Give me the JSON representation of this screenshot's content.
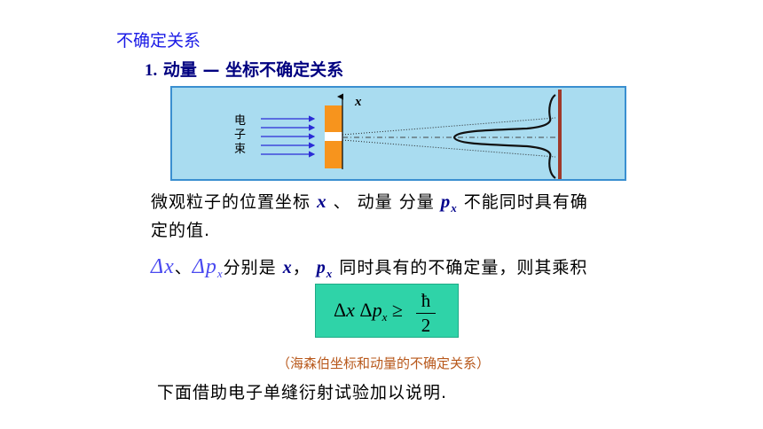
{
  "section_title": "不确定关系",
  "subtitle": {
    "number": "1.",
    "text": "动量 — 坐标不确定关系"
  },
  "diagram": {
    "axis_label": "x",
    "beam_label": [
      "电",
      "子",
      "束"
    ],
    "colors": {
      "background": "#a9dcf0",
      "border": "#3a8fd0",
      "slit": "#f7941d",
      "screen": "#a0392a",
      "arrows": "#2b2bd6"
    }
  },
  "text": {
    "line1_a": "微观粒子的位置坐标",
    "var_x": "x",
    "line1_b": "、 动量 分量",
    "var_p": "p",
    "sub_x": "x",
    "line1_c": "不能同时具有确",
    "line2": "定的值.",
    "line3_delta": "Δ",
    "line3_sep": "、",
    "line3_a": "分别是",
    "line3_comma": "，",
    "line3_b": "同时具有的不确定量，则其乘积"
  },
  "formula": {
    "lhs_delta1": "Δ",
    "lhs_x": "x",
    "lhs_delta2": "Δ",
    "lhs_p": "p",
    "lhs_sub": "x",
    "relation": "≥",
    "numerator": "ħ",
    "denominator": "2",
    "box_color": "#2fd3a8"
  },
  "note": "（海森伯坐标和动量的不确定关系）",
  "bottom_text": "下面借助电子单缝衍射试验加以说明."
}
